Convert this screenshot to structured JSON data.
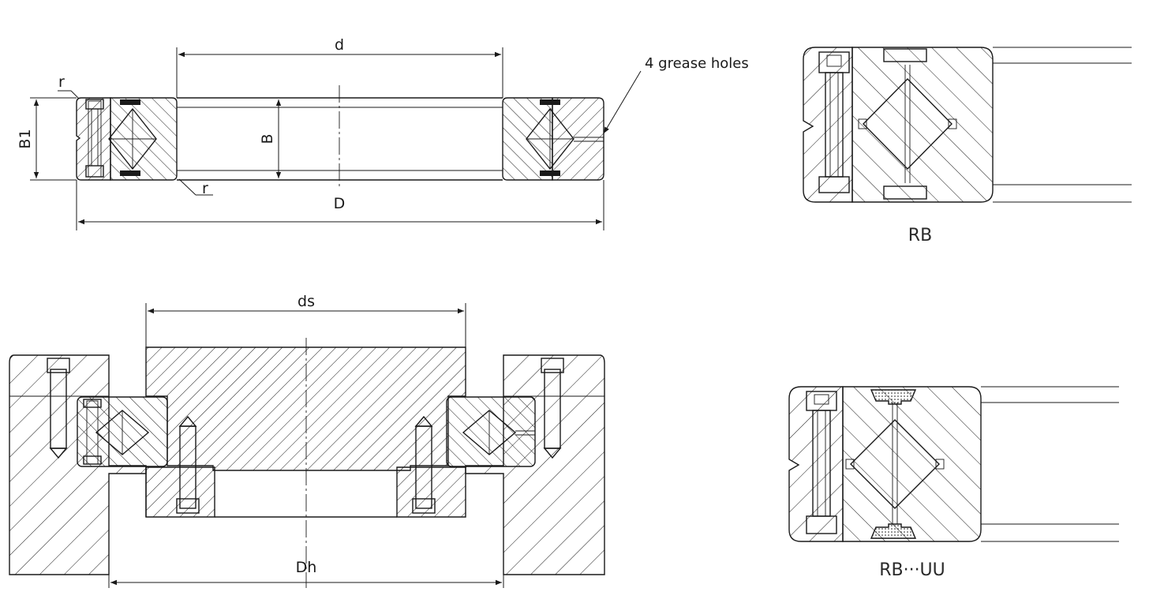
{
  "labels": {
    "d": "d",
    "D": "D",
    "B": "B",
    "B1": "B1",
    "r_top": "r",
    "r_bottom": "r",
    "grease": "4 grease holes",
    "ds": "ds",
    "Dh": "Dh",
    "rb_caption": "RB",
    "rbuu_caption": "RB···UU"
  },
  "colors": {
    "line": "#1a1a1a",
    "background": "#ffffff"
  }
}
